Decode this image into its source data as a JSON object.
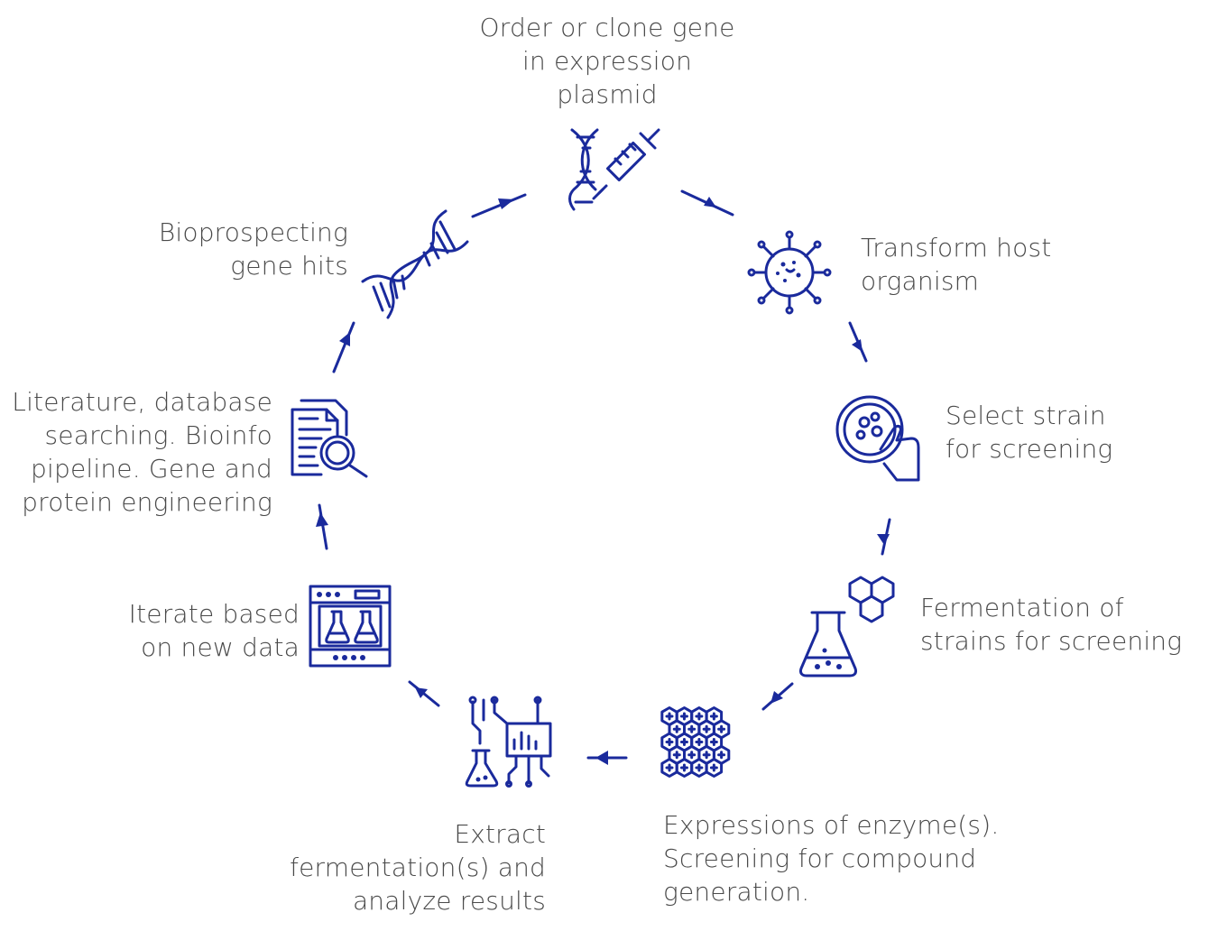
{
  "diagram": {
    "accent_color": "#1a2a9c",
    "text_color": "#4a4a4a",
    "steps": [
      {
        "id": "order",
        "icon": "dna-syringe-icon",
        "lines": [
          "Order or clone gene",
          "in expression",
          "plasmid"
        ]
      },
      {
        "id": "transform",
        "icon": "microorganism-icon",
        "lines": [
          "Transform host",
          "organism"
        ]
      },
      {
        "id": "select",
        "icon": "petri-dish-icon",
        "lines": [
          "Select strain",
          "for screening"
        ]
      },
      {
        "id": "ferment",
        "icon": "flask-molecule-icon",
        "lines": [
          "Fermentation of",
          "strains for screening"
        ]
      },
      {
        "id": "express",
        "icon": "hexagon-grid-icon",
        "lines": [
          "Expressions of enzyme(s).",
          "Screening for compound",
          "generation."
        ]
      },
      {
        "id": "extract",
        "icon": "lab-analysis-icon",
        "lines": [
          "Extract",
          "fermentation(s) and",
          "analyze results"
        ]
      },
      {
        "id": "iterate",
        "icon": "incubator-icon",
        "lines": [
          "Iterate based",
          "on new data"
        ]
      },
      {
        "id": "literature",
        "icon": "document-search-icon",
        "lines": [
          "Literature, database",
          "searching. Bioinfo",
          "pipeline. Gene and",
          "protein engineering"
        ]
      },
      {
        "id": "bioprospect",
        "icon": "dna-helix-icon",
        "lines": [
          "Bioprospecting",
          "gene hits"
        ]
      }
    ]
  }
}
